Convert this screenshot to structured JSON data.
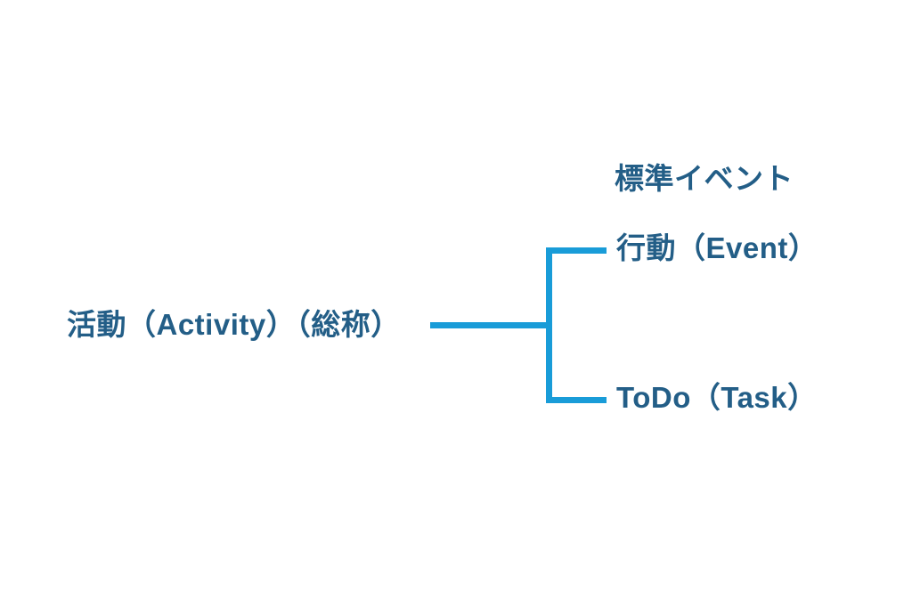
{
  "diagram": {
    "title": "",
    "root": {
      "label": "活動（Activity）（総称）"
    },
    "group_header": "標準イベント",
    "children": [
      {
        "label": "行動（Event）"
      },
      {
        "label": "ToDo（Task）"
      }
    ],
    "colors": {
      "text": "#235E87",
      "line": "#199CD8",
      "background": "#FFFFFF"
    }
  }
}
